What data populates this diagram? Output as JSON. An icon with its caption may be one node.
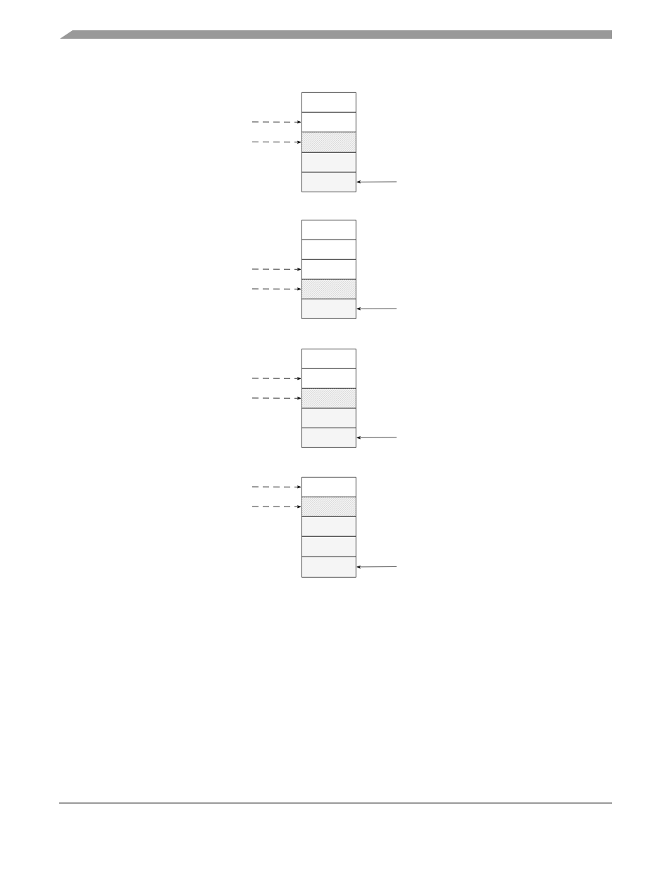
{
  "diagram": {
    "nodes": [
      {
        "text": [],
        "shape": "box"
      },
      {
        "text": [],
        "shape": "box"
      },
      {
        "text": [],
        "shape": "box"
      },
      {
        "text": [],
        "shape": "box"
      },
      {
        "text": [],
        "shape": "box"
      },
      {
        "text": [],
        "shape": "box"
      },
      {
        "text": [],
        "shape": "box"
      },
      {
        "text": [],
        "shape": "box"
      },
      {
        "text": [],
        "shape": "box"
      },
      {
        "text": [],
        "shape": "box"
      },
      {
        "text": [],
        "shape": "box"
      },
      {
        "text": [],
        "shape": "box"
      },
      {
        "text": [],
        "shape": "box"
      },
      {
        "text": [],
        "shape": "box"
      },
      {
        "text": [],
        "shape": "box"
      },
      {
        "text": [],
        "shape": "box"
      },
      {
        "text": [],
        "shape": "box"
      },
      {
        "text": [],
        "shape": "box"
      },
      {
        "text": [],
        "shape": "box"
      },
      {
        "text": [],
        "shape": "box"
      }
    ],
    "edges": [
      {
        "from": null,
        "to": 1,
        "arrow": "to",
        "style": "dashed"
      },
      {
        "from": null,
        "to": 2,
        "arrow": "to",
        "style": "dashed"
      },
      {
        "from": null,
        "to": 4,
        "arrow": "to"
      },
      {
        "from": null,
        "to": 7,
        "arrow": "to",
        "style": "dashed"
      },
      {
        "from": null,
        "to": 8,
        "arrow": "to",
        "style": "dashed"
      },
      {
        "from": null,
        "to": 9,
        "arrow": "to"
      },
      {
        "from": null,
        "to": 11,
        "arrow": "to",
        "style": "dashed"
      },
      {
        "from": null,
        "to": 12,
        "arrow": "to",
        "style": "dashed"
      },
      {
        "from": null,
        "to": 14,
        "arrow": "to"
      },
      {
        "from": null,
        "to": 15,
        "arrow": "to",
        "style": "dashed"
      },
      {
        "from": null,
        "to": 16,
        "arrow": "to",
        "style": "dashed"
      },
      {
        "from": null,
        "to": 19,
        "arrow": "to"
      }
    ]
  }
}
